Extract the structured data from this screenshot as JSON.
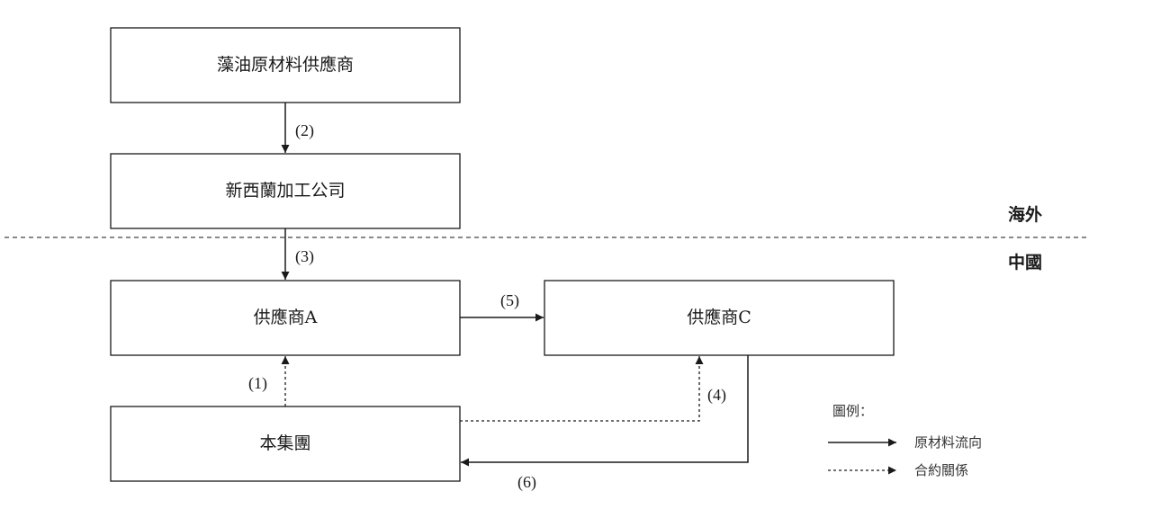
{
  "boxes": {
    "raw_supplier": "藻油原材料供應商",
    "nz_processor": "新西蘭加工公司",
    "supplier_a": "供應商A",
    "supplier_c": "供應商C",
    "group": "本集團"
  },
  "edges": {
    "e1": "(1)",
    "e2": "(2)",
    "e3": "(3)",
    "e4": "(4)",
    "e5": "(5)",
    "e6": "(6)"
  },
  "regions": {
    "overseas": "海外",
    "china": "中國"
  },
  "legend": {
    "title": "圖例：",
    "material_flow": "原材料流向",
    "contract": "合約關係"
  },
  "colors": {
    "line": "#1a1a1a",
    "background": "#ffffff"
  }
}
